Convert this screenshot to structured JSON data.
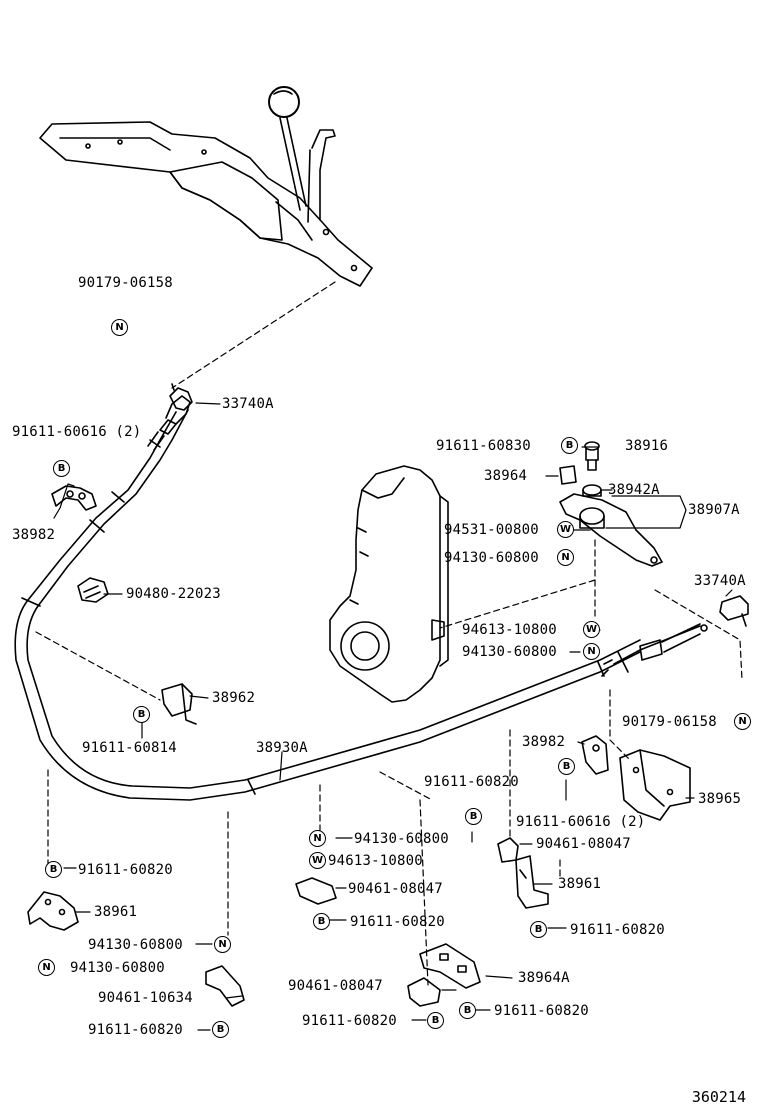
{
  "diagram_id": "360214",
  "parts": [
    {
      "key": "p1",
      "number": "90179-06158"
    },
    {
      "key": "p2",
      "number": "33740A"
    },
    {
      "key": "p3",
      "number": "91611-60616 (2)"
    },
    {
      "key": "p4",
      "number": "38982"
    },
    {
      "key": "p5",
      "number": "90480-22023"
    },
    {
      "key": "p6",
      "number": "91611-60830"
    },
    {
      "key": "p7",
      "number": "38916"
    },
    {
      "key": "p8",
      "number": "38964"
    },
    {
      "key": "p9",
      "number": "38942A"
    },
    {
      "key": "p10",
      "number": "38907A"
    },
    {
      "key": "p11",
      "number": "94531-00800"
    },
    {
      "key": "p12",
      "number": "94130-60800"
    },
    {
      "key": "p13",
      "number": "33740A"
    },
    {
      "key": "p14",
      "number": "94613-10800"
    },
    {
      "key": "p15",
      "number": "94130-60800"
    },
    {
      "key": "p16",
      "number": "38962"
    },
    {
      "key": "p17",
      "number": "91611-60814"
    },
    {
      "key": "p18",
      "number": "90179-06158"
    },
    {
      "key": "p19",
      "number": "38930A"
    },
    {
      "key": "p20",
      "number": "38982"
    },
    {
      "key": "p21",
      "number": "91611-60820"
    },
    {
      "key": "p22",
      "number": "38965"
    },
    {
      "key": "p23",
      "number": "91611-60616 (2)"
    },
    {
      "key": "p24",
      "number": "94130-60800"
    },
    {
      "key": "p25",
      "number": "90461-08047"
    },
    {
      "key": "p26",
      "number": "94613-10800"
    },
    {
      "key": "p27",
      "number": "91611-60820"
    },
    {
      "key": "p28",
      "number": "90461-08047"
    },
    {
      "key": "p29",
      "number": "38961"
    },
    {
      "key": "p30",
      "number": "38961"
    },
    {
      "key": "p31",
      "number": "91611-60820"
    },
    {
      "key": "p32",
      "number": "91611-60820"
    },
    {
      "key": "p33",
      "number": "94130-60800"
    },
    {
      "key": "p34",
      "number": "94130-60800"
    },
    {
      "key": "p35",
      "number": "90461-10634"
    },
    {
      "key": "p36",
      "number": "38964A"
    },
    {
      "key": "p37",
      "number": "90461-08047"
    },
    {
      "key": "p38",
      "number": "91611-60820"
    },
    {
      "key": "p39",
      "number": "91611-60820"
    },
    {
      "key": "p40",
      "number": "91611-60820"
    }
  ],
  "symbols": {
    "N": "N",
    "B": "B",
    "W": "W"
  }
}
